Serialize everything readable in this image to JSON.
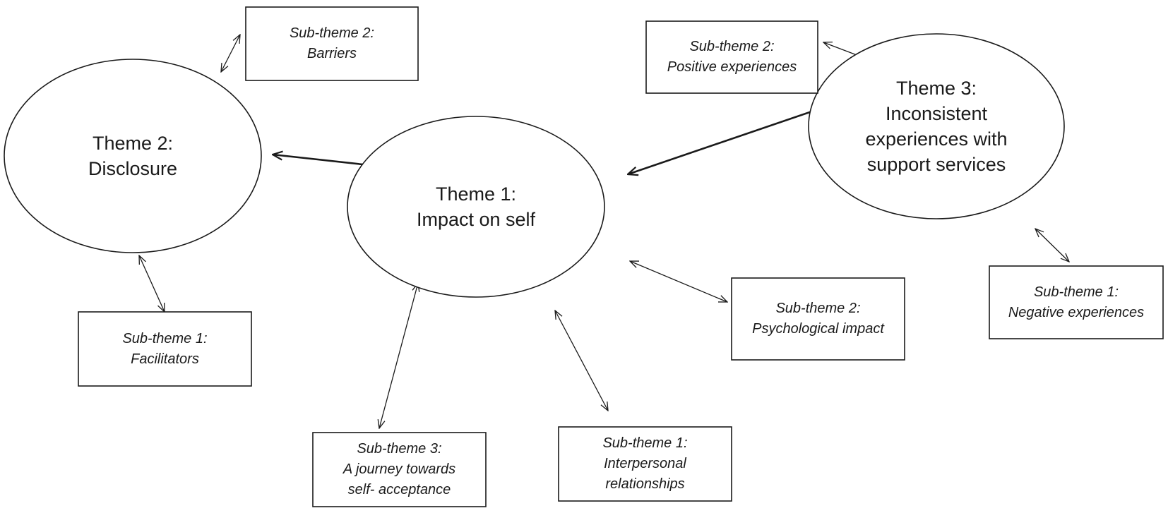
{
  "colors": {
    "stroke": "#1a1a1a",
    "background": "#ffffff",
    "text": "#1a1a1a"
  },
  "themes": [
    {
      "id": "theme1",
      "lines": [
        "Theme 1:",
        "Impact on self"
      ]
    },
    {
      "id": "theme2",
      "lines": [
        "Theme 2:",
        "Disclosure"
      ]
    },
    {
      "id": "theme3",
      "lines": [
        "Theme 3:",
        "Inconsistent",
        "experiences with",
        "support services"
      ]
    }
  ],
  "subthemes": [
    {
      "id": "t2-barriers",
      "lines": [
        "Sub-theme 2:",
        "Barriers"
      ]
    },
    {
      "id": "t2-facilitators",
      "lines": [
        "Sub-theme 1:",
        "Facilitators"
      ]
    },
    {
      "id": "t3-positive",
      "lines": [
        "Sub-theme 2:",
        "Positive experiences"
      ]
    },
    {
      "id": "t3-negative",
      "lines": [
        "Sub-theme 1:",
        "Negative experiences"
      ]
    },
    {
      "id": "t1-psychological",
      "lines": [
        "Sub-theme 2:",
        "Psychological impact"
      ]
    },
    {
      "id": "t1-interpersonal",
      "lines": [
        "Sub-theme 1:",
        "Interpersonal",
        "relationships"
      ]
    },
    {
      "id": "t1-journey",
      "lines": [
        "Sub-theme 3:",
        "A journey towards",
        "self- acceptance"
      ]
    }
  ],
  "connections": [
    {
      "from": "theme2",
      "to": "theme1",
      "style": "thick"
    },
    {
      "from": "theme1",
      "to": "theme3",
      "style": "thick"
    },
    {
      "from": "theme2",
      "to": "t2-barriers",
      "style": "thin"
    },
    {
      "from": "theme2",
      "to": "t2-facilitators",
      "style": "thin"
    },
    {
      "from": "theme3",
      "to": "t3-positive",
      "style": "thin"
    },
    {
      "from": "theme3",
      "to": "t3-negative",
      "style": "thin"
    },
    {
      "from": "theme1",
      "to": "t1-psychological",
      "style": "thin"
    },
    {
      "from": "theme1",
      "to": "t1-interpersonal",
      "style": "thin"
    },
    {
      "from": "theme1",
      "to": "t1-journey",
      "style": "thin"
    }
  ]
}
